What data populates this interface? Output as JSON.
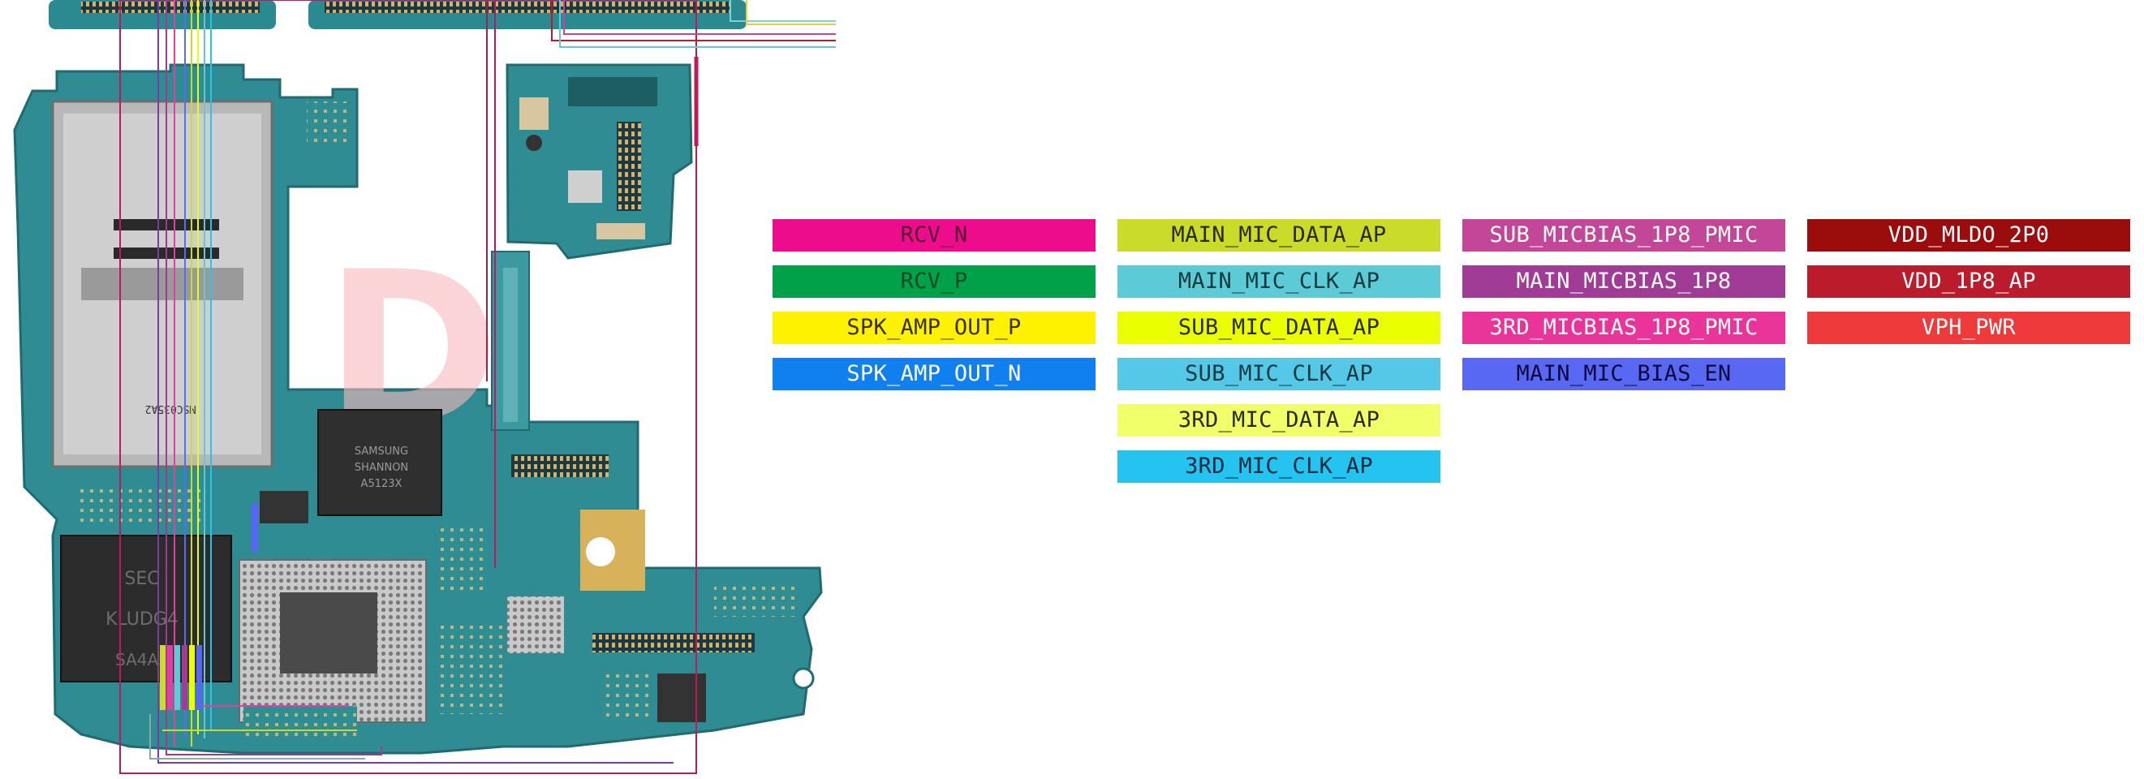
{
  "board": {
    "chip_text_1": "SAMSUNG",
    "chip_text_2": "SHANNON",
    "chip_text_3": "A5123X",
    "memory_text_1": "SEC",
    "memory_text_2": "KLUDG4",
    "memory_text_3": "SA4A3",
    "sim_text": "MSC035A2",
    "watermark_text": "D"
  },
  "legend": {
    "columns": [
      [
        {
          "label": "RCV_N",
          "bg": "#ec0c8c",
          "fg": "#5a1a30"
        },
        {
          "label": "RCV_P",
          "bg": "#00a149",
          "fg": "#0d4a24"
        },
        {
          "label": "SPK_AMP_OUT_P",
          "bg": "#fef200",
          "fg": "#3a3000"
        },
        {
          "label": "SPK_AMP_OUT_N",
          "bg": "#1080f0",
          "fg": "#ffffff"
        }
      ],
      [
        {
          "label": "MAIN_MIC_DATA_AP",
          "bg": "#cbdb2a",
          "fg": "#2a2a00"
        },
        {
          "label": "MAIN_MIC_CLK_AP",
          "bg": "#5ccbd6",
          "fg": "#123a40"
        },
        {
          "label": "SUB_MIC_DATA_AP",
          "bg": "#eaff00",
          "fg": "#2a2a00"
        },
        {
          "label": "SUB_MIC_CLK_AP",
          "bg": "#54c8e6",
          "fg": "#123a40"
        },
        {
          "label": "3RD_MIC_DATA_AP",
          "bg": "#f0ff6a",
          "fg": "#2a2a00"
        },
        {
          "label": "3RD_MIC_CLK_AP",
          "bg": "#25c3f0",
          "fg": "#0a2a40"
        }
      ],
      [
        {
          "label": "SUB_MICBIAS_1P8_PMIC",
          "bg": "#c24799",
          "fg": "#ffffff"
        },
        {
          "label": "MAIN_MICBIAS_1P8",
          "bg": "#a13c96",
          "fg": "#ffffff"
        },
        {
          "label": "3RD_MICBIAS_1P8_PMIC",
          "bg": "#e9359a",
          "fg": "#ffffff"
        },
        {
          "label": "MAIN_MIC_BIAS_EN",
          "bg": "#5868f2",
          "fg": "#0b0b40"
        }
      ],
      [
        {
          "label": "VDD_MLDO_2P0",
          "bg": "#9b0c0c",
          "fg": "#ffffff"
        },
        {
          "label": "VDD_1P8_AP",
          "bg": "#ba1c2c",
          "fg": "#ffffff"
        },
        {
          "label": "VPH_PWR",
          "bg": "#ee3a3a",
          "fg": "#ffffff"
        }
      ]
    ]
  }
}
